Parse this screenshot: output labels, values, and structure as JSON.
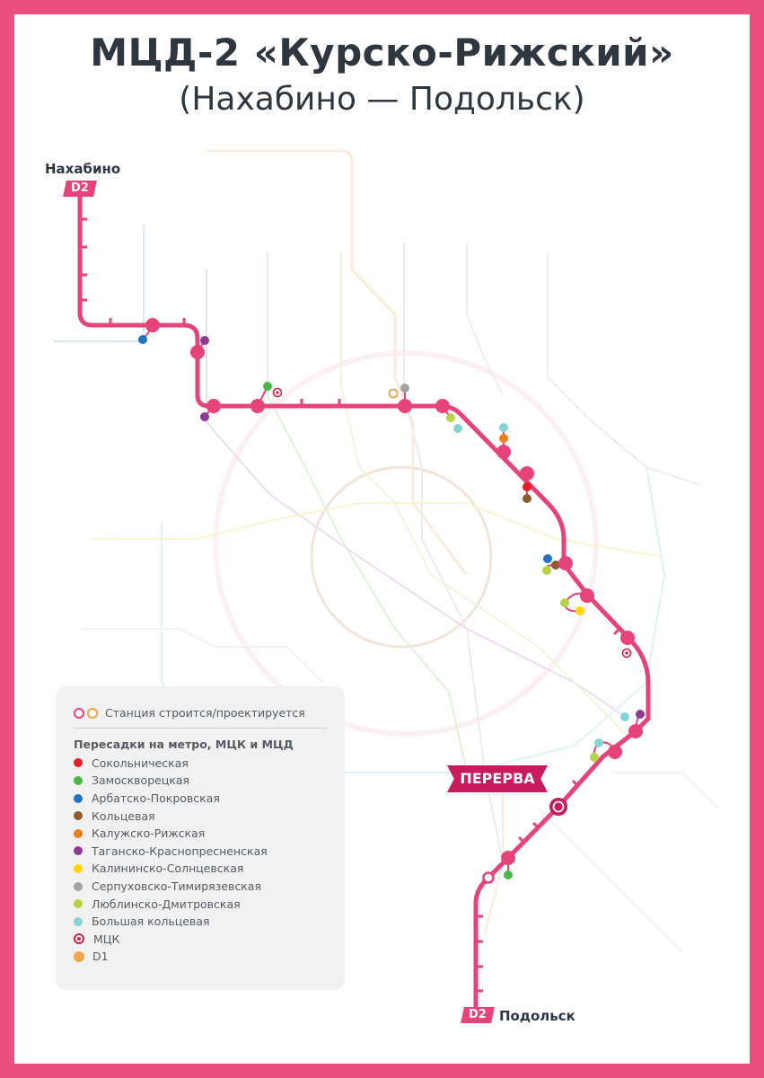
{
  "title": "МЦД-2 «Курско-Рижский»",
  "subtitle": "(Нахабино — Подольск)",
  "terminals": {
    "north": {
      "name": "Нахабино",
      "badge": "D2"
    },
    "south": {
      "name": "Подольск",
      "badge": "D2"
    }
  },
  "highlight_station": "ПЕРЕРВА",
  "legend": {
    "under_construction": "Станция строится/проектируется",
    "transfers_heading": "Пересадки на метро, МЦК и МЦД",
    "items": [
      {
        "label": "Сокольническая",
        "color": "#e31e24",
        "kind": "dot"
      },
      {
        "label": "Замоскворецкая",
        "color": "#4cb749",
        "kind": "dot"
      },
      {
        "label": "Арбатско-Покровская",
        "color": "#1f75c0",
        "kind": "dot"
      },
      {
        "label": "Кольцевая",
        "color": "#8d5b2d",
        "kind": "dot"
      },
      {
        "label": "Калужско-Рижская",
        "color": "#f07e1a",
        "kind": "dot"
      },
      {
        "label": "Таганско-Краснопресненская",
        "color": "#8e3a97",
        "kind": "dot"
      },
      {
        "label": "Калининско-Солнцевская",
        "color": "#ffd800",
        "kind": "dot"
      },
      {
        "label": "Серпуховско-Тимирязевская",
        "color": "#a1a2a3",
        "kind": "dot"
      },
      {
        "label": "Люблинско-Дмитровская",
        "color": "#b4d445",
        "kind": "dot"
      },
      {
        "label": "Большая кольцевая",
        "color": "#85d4d6",
        "kind": "dot"
      },
      {
        "label": "МЦК",
        "color": "#d11f4b",
        "kind": "mck"
      },
      {
        "label": "D1",
        "color": "#f5a54a",
        "kind": "dot"
      }
    ]
  },
  "colors": {
    "frame": "#ec4e7f",
    "line_d2": "#e6437a",
    "highlight": "#c91a5b",
    "text": "#2e3640"
  }
}
